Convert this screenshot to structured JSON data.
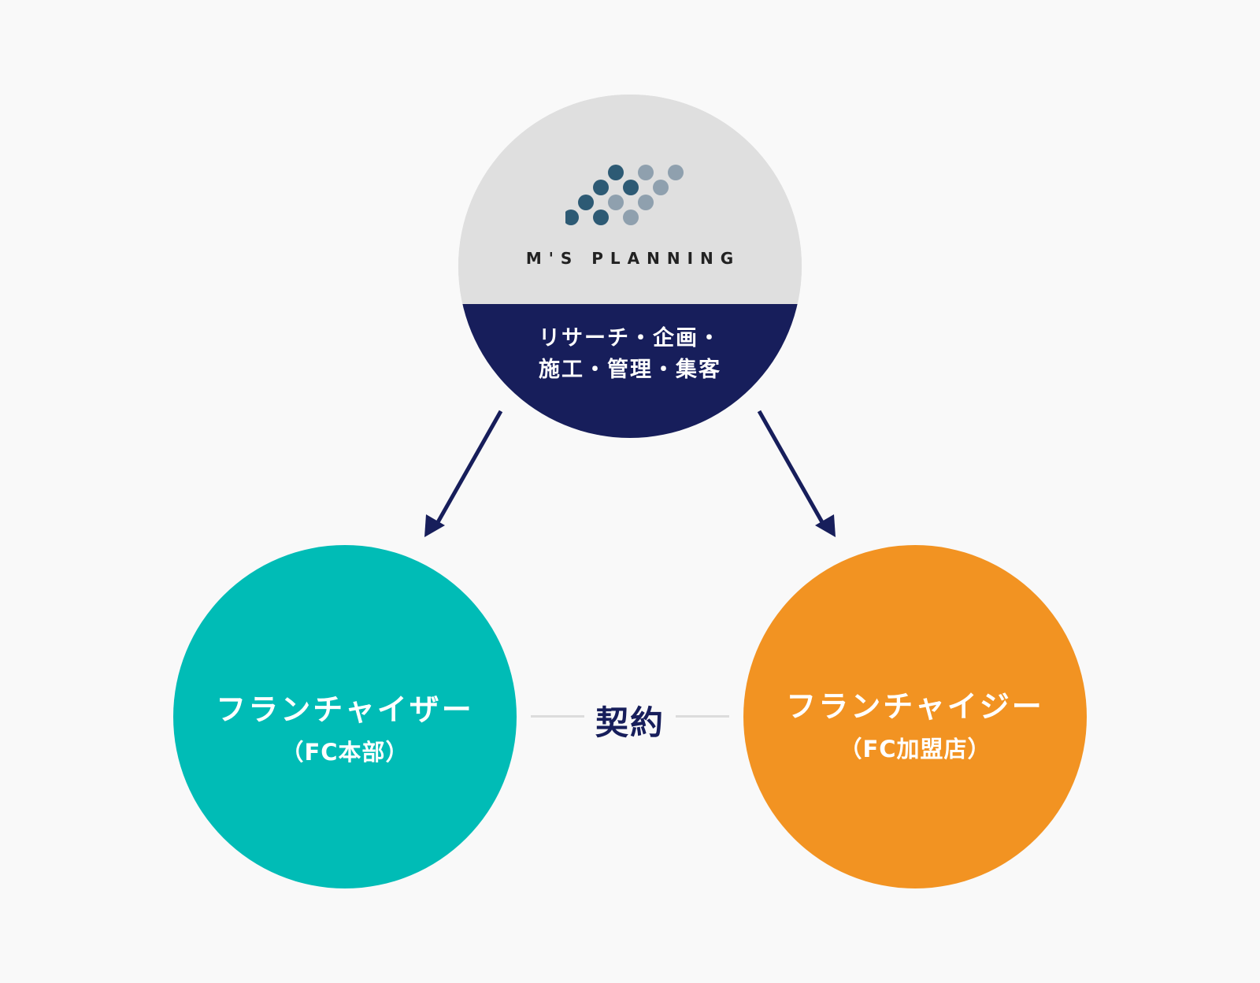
{
  "company": {
    "logo_text": "M'S PLANNING",
    "services_line1": "リサーチ・企画・",
    "services_line2": "施工・管理・集客"
  },
  "franchisor": {
    "title": "フランチャイザー",
    "subtitle": "（FC本部）"
  },
  "franchisee": {
    "title": "フランチャイジー",
    "subtitle": "（FC加盟店）"
  },
  "contract": {
    "label": "契約"
  },
  "colors": {
    "navy": "#171e5b",
    "gray": "#dfdfdf",
    "teal": "#00bcb6",
    "orange": "#f29322",
    "logo_dark": "#2d5a74",
    "logo_light": "#8fa0ae"
  }
}
